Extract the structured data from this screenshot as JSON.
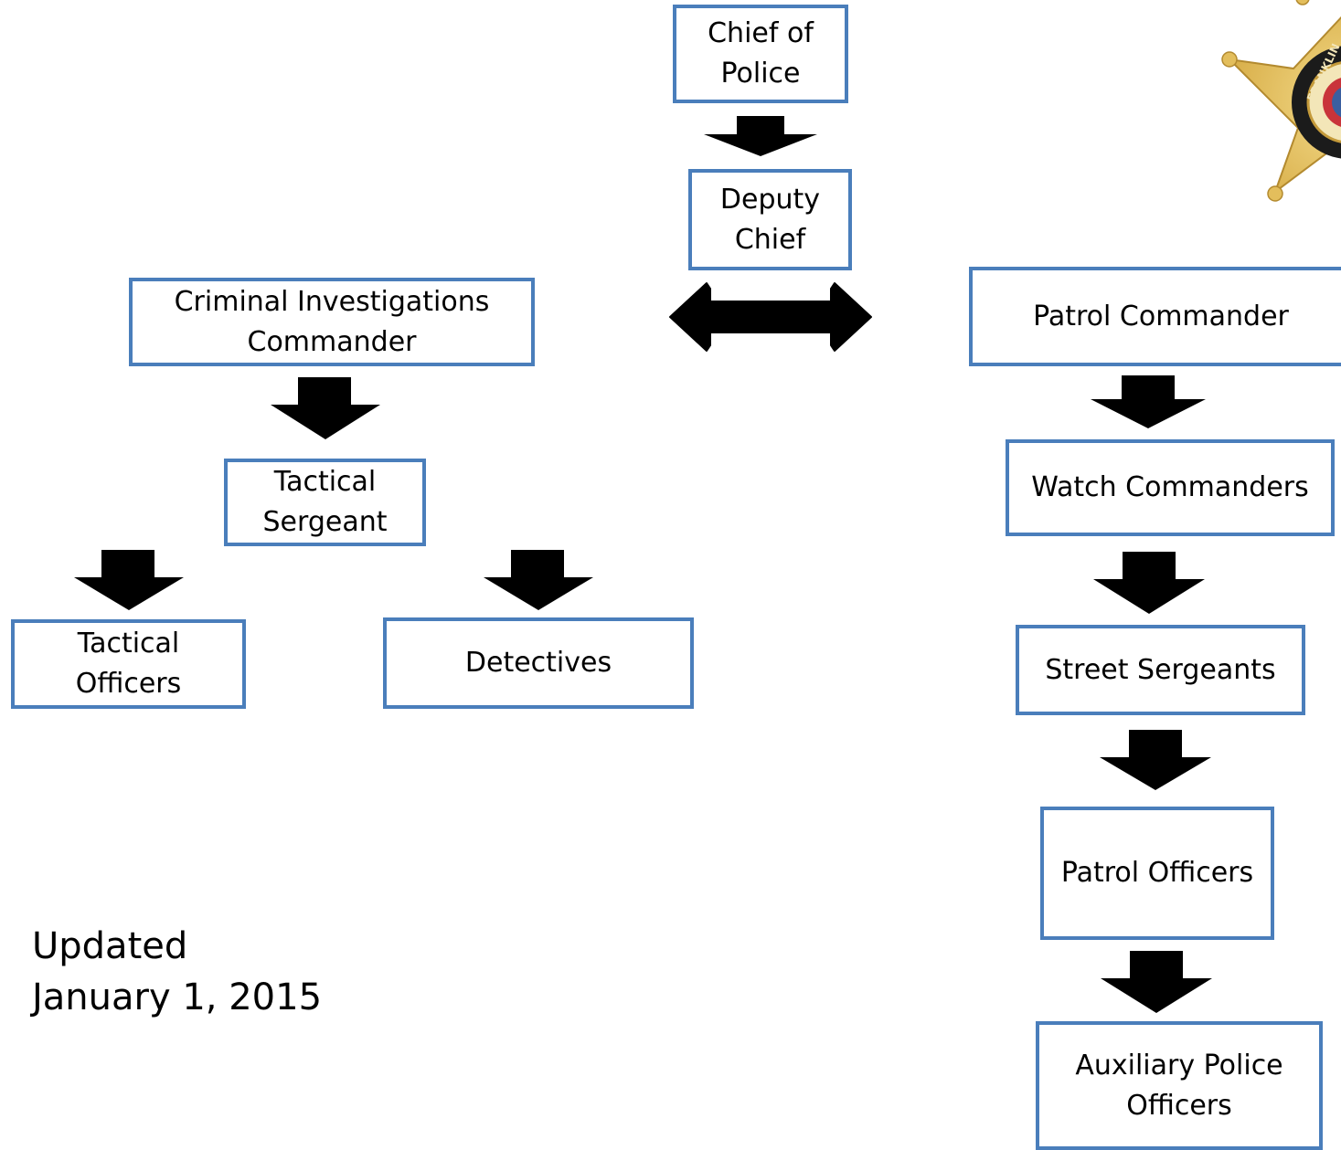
{
  "nodes": {
    "chief": "Chief of\nPolice",
    "deputy": "Deputy\nChief",
    "cic": "Criminal Investigations\nCommander",
    "tac_sgt": "Tactical\nSergeant",
    "tac_off": "Tactical\nOfficers",
    "detectives": "Detectives",
    "patrol_cmd": "Patrol Commander",
    "watch_cmd": "Watch Commanders",
    "street_sgt": "Street Sergeants",
    "patrol_off": "Patrol Officers",
    "aux": "Auxiliary Police\nOfficers"
  },
  "updated": {
    "line1": "Updated",
    "line2": "January 1, 2015"
  },
  "badge": {
    "text": "FRANKLIN",
    "icon": "sheriff-star-badge-icon"
  },
  "colors": {
    "box_border": "#4a7ebb",
    "arrow": "#000000",
    "badge_gold": "#e6c56a"
  }
}
